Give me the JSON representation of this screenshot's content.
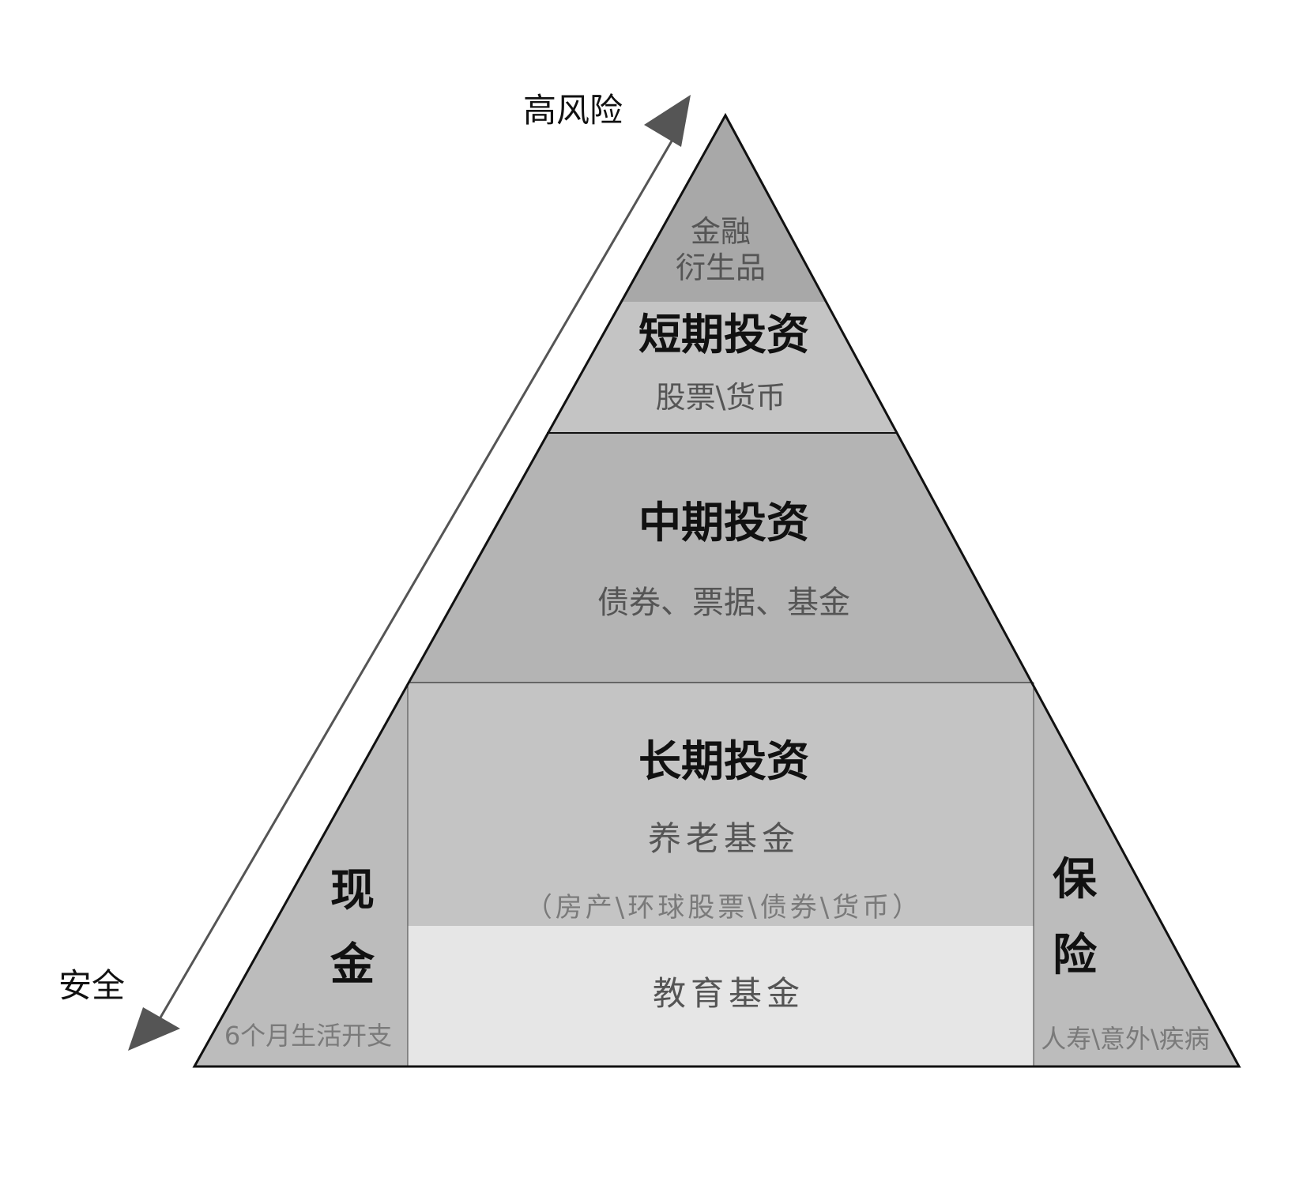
{
  "axis": {
    "top_label": "高风险",
    "bottom_label": "安全"
  },
  "tiers": {
    "derivatives": {
      "line1": "金融",
      "line2": "衍生品"
    },
    "short_term": {
      "title": "短期投资",
      "subtitle": "股票\\货币"
    },
    "mid_term": {
      "title": "中期投资",
      "subtitle": "债券、票据、基金"
    },
    "long_term": {
      "title": "长期投资",
      "subtitle": "养老基金",
      "detail": "（房产\\环球股票\\债券\\货币）"
    },
    "education": {
      "title": "教育基金"
    },
    "cash": {
      "char1": "现",
      "char2": "金",
      "note": "6个月生活开支"
    },
    "insurance": {
      "char1": "保",
      "char2": "险",
      "note": "人寿\\意外\\疾病"
    }
  },
  "colors": {
    "tier_derivatives": "#a8a8a8",
    "tier_short": "#c4c4c4",
    "tier_mid": "#b4b4b4",
    "tier_long": "#c4c4c4",
    "tier_education": "#e6e6e6",
    "side_blocks": "#bcbcbc",
    "arrow": "#555555",
    "outline": "#111111"
  }
}
